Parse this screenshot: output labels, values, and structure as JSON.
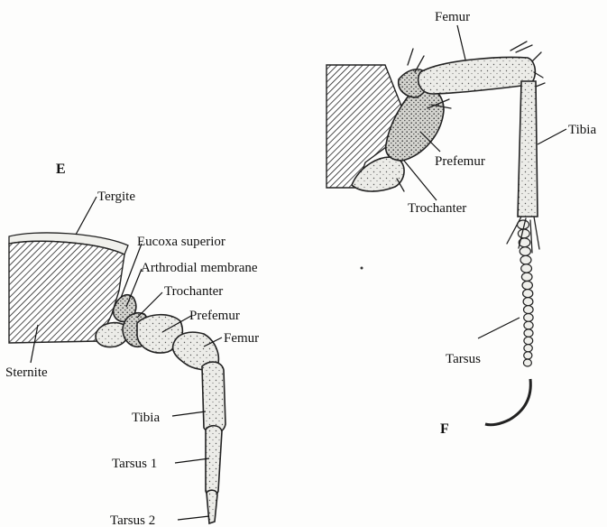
{
  "panels": {
    "E": {
      "letter": "E",
      "labels": {
        "tergite": "Tergite",
        "eucoxa_superior": "Eucoxa superior",
        "arthrodial_membrane": "Arthrodial membrane",
        "trochanter": "Trochanter",
        "prefemur": "Prefemur",
        "femur": "Femur",
        "sternite": "Sternite",
        "tibia": "Tibia",
        "tarsus1": "Tarsus 1",
        "tarsus2": "Tarsus 2"
      }
    },
    "F": {
      "letter": "F",
      "labels": {
        "femur": "Femur",
        "tibia": "Tibia",
        "prefemur": "Prefemur",
        "trochanter": "Trochanter",
        "tarsus": "Tarsus"
      }
    }
  },
  "colors": {
    "ink": "#111111",
    "segment_fill": "#e9e9e6",
    "segment_shade": "#c9c9c4",
    "hatch": "#222222"
  }
}
